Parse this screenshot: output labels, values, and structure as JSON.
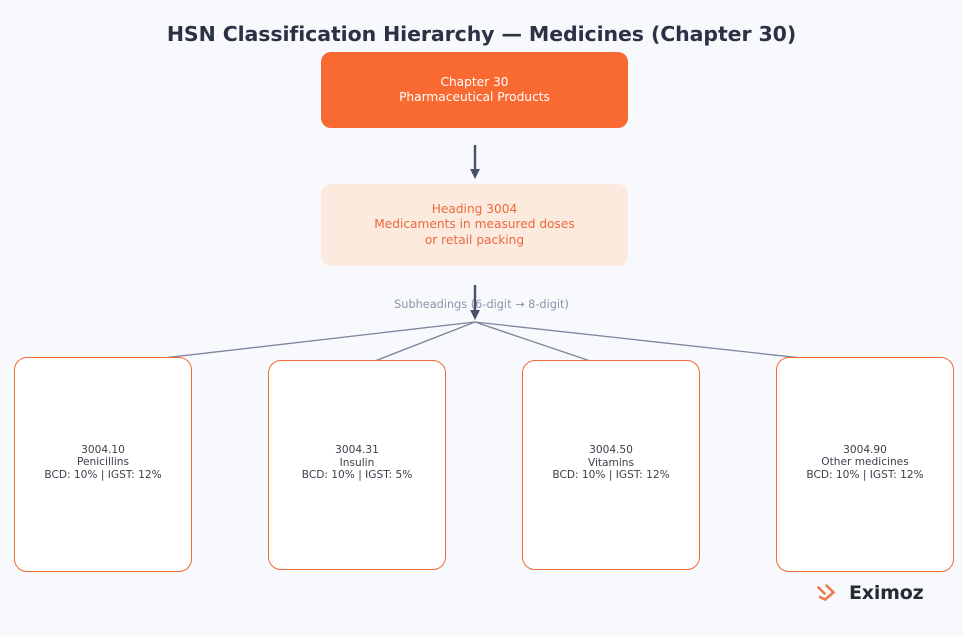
{
  "page": {
    "title": "HSN Classification Hierarchy — Medicines (Chapter 30)",
    "background_color": "#f8f9fc"
  },
  "colors": {
    "brand_orange": "#f96a33",
    "heading_fill": "#fdeadf",
    "heading_text": "#ea6a3c",
    "card_border": "#ef6a35",
    "connector": "#7b859c",
    "arrow": "#47506b",
    "title_text": "#2b3245",
    "muted_text": "#8d94a8"
  },
  "hierarchy": {
    "chapter_node": {
      "line1": "Chapter 30",
      "line2": "Pharmaceutical Products"
    },
    "heading_node": {
      "line1": "Heading 3004",
      "line2": "Medicaments in measured doses",
      "line3": "or retail packing"
    },
    "subheadings_label": "Subheadings (6-digit → 8-digit)",
    "arrow_glyph": "down-arrow",
    "leaves": [
      {
        "code": "3004.10",
        "name": "Penicillins",
        "duties": "BCD: 10% | IGST: 12%",
        "bcd": "10%",
        "igst": "12%"
      },
      {
        "code": "3004.31",
        "name": "Insulin",
        "duties": "BCD: 10% | IGST: 5%",
        "bcd": "10%",
        "igst": "5%"
      },
      {
        "code": "3004.50",
        "name": "Vitamins",
        "duties": "BCD: 10% | IGST: 12%",
        "bcd": "10%",
        "igst": "12%"
      },
      {
        "code": "3004.90",
        "name": "Other medicines",
        "duties": "BCD: 10% | IGST: 12%",
        "bcd": "10%",
        "igst": "12%"
      }
    ]
  },
  "brand": {
    "name": "Eximoz",
    "mark": "eximoz-swoosh-icon"
  }
}
